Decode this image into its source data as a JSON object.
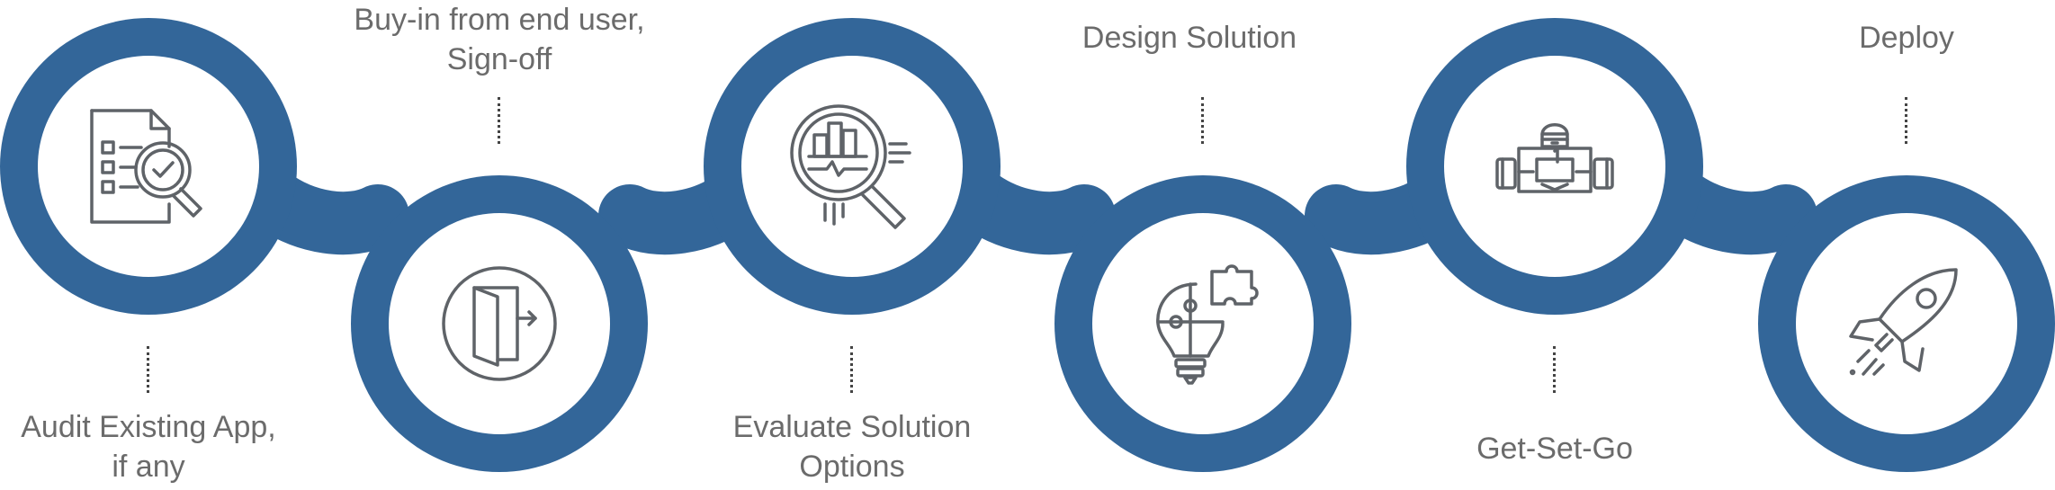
{
  "theme": {
    "track_color": "#336699",
    "inner_color": "#ffffff",
    "icon_color": "#5f6368",
    "text_color": "#6b6b6b"
  },
  "steps": [
    {
      "lines": [
        "Audit Existing App,",
        "if any"
      ],
      "icon": "document-magnifier-check-icon",
      "position": "top"
    },
    {
      "lines": [
        "Buy-in from end user,",
        "Sign-off"
      ],
      "icon": "door-exit-arrow-icon",
      "position": "bottom"
    },
    {
      "lines": [
        "Evaluate Solution",
        "Options"
      ],
      "icon": "chart-magnifier-icon",
      "position": "top"
    },
    {
      "lines": [
        "Design Solution"
      ],
      "icon": "puzzle-lightbulb-icon",
      "position": "bottom"
    },
    {
      "lines": [
        "Get-Set-Go"
      ],
      "icon": "go-kart-icon",
      "position": "top"
    },
    {
      "lines": [
        "Deploy"
      ],
      "icon": "rocket-icon",
      "position": "bottom"
    }
  ]
}
